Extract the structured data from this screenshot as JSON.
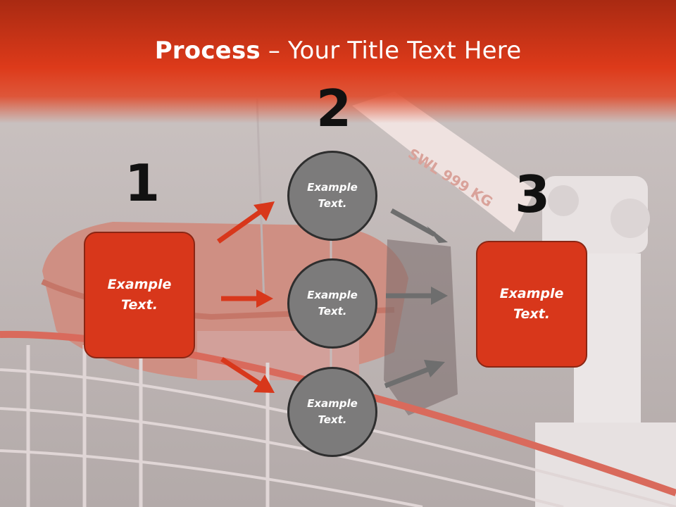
{
  "slide": {
    "title_bold": "Process",
    "title_rest": " – Your Title Text Here",
    "steps": {
      "one": {
        "number": "1",
        "text_line1": "Example",
        "text_line2": "Text."
      },
      "two": {
        "number": "2"
      },
      "three": {
        "number": "3",
        "text_line1": "Example",
        "text_line2": "Text."
      }
    },
    "circles": [
      {
        "text_line1": "Example",
        "text_line2": "Text."
      },
      {
        "text_line1": "Example",
        "text_line2": "Text."
      },
      {
        "text_line1": "Example",
        "text_line2": "Text."
      }
    ],
    "background_photo": {
      "crane_label": "SWL  999 KG"
    }
  },
  "colors": {
    "header_red": "#d8371b",
    "box_red": "#d8371b",
    "circle_gray": "#7c7b7b",
    "arrow_red": "#d8371b",
    "arrow_gray": "#6e6e6e"
  }
}
